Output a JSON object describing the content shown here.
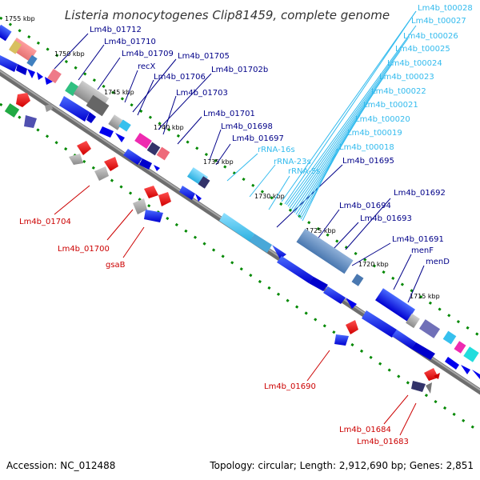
{
  "title": "Listeria monocytogenes Clip81459, complete genome",
  "accession": "Accession: NC_012488",
  "topology": "Topology: circular; Length: 2,912,690 bp; Genes: 2,851",
  "colors": {
    "forward": "#0000ee",
    "rna": "#36c0ee",
    "reverse": "#ee0000",
    "backbone": "#808080",
    "tick": "#008800",
    "label_forward": "#000088",
    "label_reverse": "#cc0000",
    "label_rna": "#33bbee"
  },
  "kbp_markers": [
    "1755 kbp",
    "1750 kbp",
    "1745 kbp",
    "1740 kbp",
    "1735 kbp",
    "1730 kbp",
    "1725 kbp",
    "1720 kbp",
    "1715 kbp"
  ],
  "labels_forward": [
    "Lm4b_01712",
    "Lm4b_01710",
    "Lm4b_01709",
    "recX",
    "Lm4b_01705",
    "Lm4b_01706",
    "Lm4b_01702b",
    "Lm4b_01703",
    "Lm4b_01701",
    "Lm4b_01698",
    "Lm4b_01697",
    "Lm4b_01695",
    "Lm4b_01692",
    "Lm4b_01694",
    "Lm4b_01693",
    "Lm4b_01691",
    "menF",
    "menD"
  ],
  "labels_rna": [
    "Lm4b_t00028",
    "Lm4b_t00027",
    "Lm4b_t00026",
    "Lm4b_t00025",
    "Lm4b_t00024",
    "Lm4b_t00023",
    "Lm4b_t00022",
    "Lm4b_t00021",
    "Lm4b_t00020",
    "Lm4b_t00019",
    "Lm4b_t00018",
    "rRNA-16s",
    "rRNA-23s",
    "rRNA-5s"
  ],
  "labels_reverse": [
    "Lm4b_01704",
    "Lm4b_01700",
    "gsaB",
    "Lm4b_01690",
    "Lm4b_01684",
    "Lm4b_01683"
  ]
}
